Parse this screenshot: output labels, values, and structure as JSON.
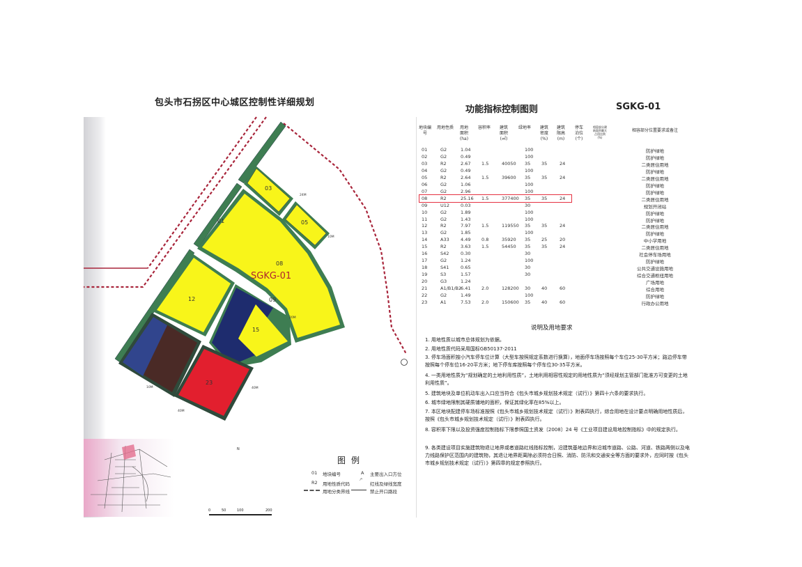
{
  "left_title": "包头市石拐区中心城区控制性详细规划",
  "right_title": "功能指标控制图则",
  "plan_code": "SGKG-01",
  "map": {
    "zone_label": "SGKG-01",
    "parcel_labels": [
      "03",
      "05",
      "08",
      "12",
      "15",
      "23",
      "01",
      "09"
    ],
    "width_labels": [
      "24M",
      "10M",
      "20M",
      "40M"
    ],
    "colors": {
      "residential": "#f8f51a",
      "green": "#3e7d52",
      "admin": "#e21f2e",
      "mixed": "#4a2a26",
      "road_line": "#a8243a",
      "blue": "#2a3a8a"
    }
  },
  "table": {
    "headers": [
      "地块编号",
      "用地性质",
      "用地面积(ha)",
      "容积率",
      "建筑面积(㎡)",
      "绿地率",
      "建筑密度(%)",
      "建筑限高(m)",
      "停车泊位(个)",
      "相容部分建筑面积最大占用比例(%)",
      "相容部分位置要求或备注"
    ],
    "rows": [
      [
        "01",
        "G2",
        "1.04",
        "",
        "",
        "100",
        "",
        "",
        "",
        "",
        "防护绿地"
      ],
      [
        "02",
        "G2",
        "0.49",
        "",
        "",
        "100",
        "",
        "",
        "",
        "",
        "防护绿地"
      ],
      [
        "03",
        "R2",
        "2.67",
        "1.5",
        "40050",
        "35",
        "35",
        "24",
        "",
        "",
        "二类居住用地"
      ],
      [
        "04",
        "G2",
        "0.49",
        "",
        "",
        "100",
        "",
        "",
        "",
        "",
        "防护绿地"
      ],
      [
        "05",
        "R2",
        "2.64",
        "1.5",
        "39600",
        "35",
        "35",
        "24",
        "",
        "",
        "二类居住用地"
      ],
      [
        "06",
        "G2",
        "1.06",
        "",
        "",
        "100",
        "",
        "",
        "",
        "",
        "防护绿地"
      ],
      [
        "07",
        "G2",
        "2.96",
        "",
        "",
        "100",
        "",
        "",
        "",
        "",
        "防护绿地"
      ],
      [
        "08",
        "R2",
        "25.16",
        "1.5",
        "377400",
        "35",
        "35",
        "24",
        "",
        "",
        "二类居住用地"
      ],
      [
        "09",
        "U12",
        "0.03",
        "",
        "",
        "30",
        "",
        "",
        "",
        "",
        "规划开闭站"
      ],
      [
        "10",
        "G2",
        "1.89",
        "",
        "",
        "100",
        "",
        "",
        "",
        "",
        "防护绿地"
      ],
      [
        "11",
        "G2",
        "1.43",
        "",
        "",
        "100",
        "",
        "",
        "",
        "",
        "防护绿地"
      ],
      [
        "12",
        "R2",
        "7.97",
        "1.5",
        "119550",
        "35",
        "35",
        "24",
        "",
        "",
        "二类居住用地"
      ],
      [
        "13",
        "G2",
        "1.85",
        "",
        "",
        "100",
        "",
        "",
        "",
        "",
        "防护绿地"
      ],
      [
        "14",
        "A33",
        "4.49",
        "0.8",
        "35920",
        "35",
        "25",
        "20",
        "",
        "",
        "中小学用地"
      ],
      [
        "15",
        "R2",
        "3.63",
        "1.5",
        "54450",
        "35",
        "35",
        "24",
        "",
        "",
        "二类居住用地"
      ],
      [
        "16",
        "S42",
        "0.30",
        "",
        "",
        "30",
        "",
        "",
        "",
        "",
        "社会停车场用地"
      ],
      [
        "17",
        "G2",
        "1.24",
        "",
        "",
        "100",
        "",
        "",
        "",
        "",
        "防护绿地"
      ],
      [
        "18",
        "S41",
        "0.65",
        "",
        "",
        "30",
        "",
        "",
        "",
        "",
        "公共交通设施用地"
      ],
      [
        "19",
        "S3",
        "1.57",
        "",
        "",
        "30",
        "",
        "",
        "",
        "",
        "综合交通枢纽用地"
      ],
      [
        "20",
        "G3",
        "1.24",
        "",
        "",
        "",
        "",
        "",
        "",
        "",
        "广场用地"
      ],
      [
        "21",
        "A1/B1/B2",
        "6.41",
        "2.0",
        "128200",
        "30",
        "40",
        "60",
        "",
        "",
        "综合用地"
      ],
      [
        "22",
        "G2",
        "1.49",
        "",
        "",
        "100",
        "",
        "",
        "",
        "",
        "防护绿地"
      ],
      [
        "23",
        "A1",
        "7.53",
        "2.0",
        "150600",
        "35",
        "40",
        "60",
        "",
        "",
        "行政办公用地"
      ]
    ],
    "highlighted_row": "08"
  },
  "notes": {
    "title": "说明及用地要求",
    "items": [
      "1. 用地性质以城市总体规划为依据。",
      "2. 用地性质代码采用国标GB50137-2011",
      "3. 停车场面积按小汽车停车位计算（大型车按照规定系数进行换算），地面停车场按照每个车位25-30平方米；路边停车带按照每个停车位16-20平方米；地下停车库按照每个停车位30-35平方米。",
      "4. 一类用地性质为“规划确定的土地利用性质”，土地利用相容性规定的用地性质为“须经规划主管部门批准方可变更的土地利用性质”。",
      "5. 建筑地块及单位机动车出入口应当符合《包头市城乡规划技术规定（试行）》第四十六条的要求执行。",
      "6. 城市绿地限制其硬质铺地的面积，保证其绿化率在85%以上。",
      "7. 本区地块配建停车场标准按照《包头市城乡规划技术规定（试行）》附表四执行，综合用地在设计要点明确用地性质后，按照《包头市城乡规划技术规定（试行）》附表四执行。",
      "8. 容积率下限以及投资强度控制指标下限参照国土资发〔2008〕24 号《工业项目建设用地控制指标》中的规定执行。",
      "9. 各类建设项目实施建筑物退让地界或者道路红线指标控制，沿建筑基地边界和沿城市道路、公路、河道、铁路两侧以及电力线路保护区范围内的建筑物，其退让地界距离除必须符合日照、消防、防汛和交通安全等方面的要求外，应同时按《包头市城乡规划技术规定（试行）》第四章的规定参照执行。"
    ]
  },
  "legend": {
    "title": "图例",
    "items": [
      {
        "symbol": "01",
        "label": "地块编号"
      },
      {
        "symbol": "A",
        "label": "主要出入口方位"
      },
      {
        "symbol": "R2",
        "label": "用地性质代码"
      },
      {
        "symbol": "",
        "label": "红线及绿线宽度"
      },
      {
        "symbol": "",
        "label": "用地分类界线"
      },
      {
        "symbol": "",
        "label": "禁止开口路段"
      }
    ]
  },
  "scale_bar": {
    "ticks": [
      "0",
      "50",
      "100",
      "200"
    ]
  },
  "north_label": "N"
}
